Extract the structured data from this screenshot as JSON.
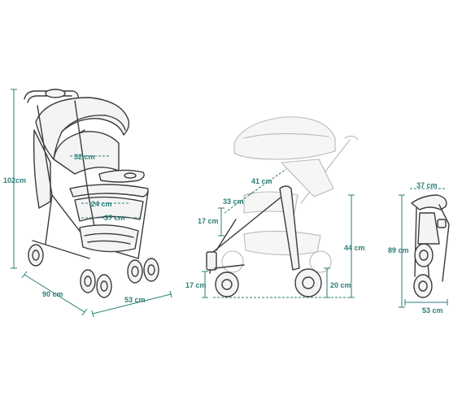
{
  "colors": {
    "dimension": "#2a7f78",
    "ink": "#3b3b3b",
    "ghost": "#b9b9b9"
  },
  "front_view": {
    "height": "102cm",
    "seat_depth": "32 cm",
    "seat_width": "24 cm",
    "basket_width": "37 cm",
    "length": "90 cm",
    "width": "53 cm"
  },
  "side_view": {
    "backrest": "41 cm",
    "seat": "33 cm",
    "footrest": "17 cm",
    "front_wheel": "17 cm",
    "rear_wheel": "20 cm",
    "seat_height": "44 cm"
  },
  "folded_view": {
    "depth": "37 cm",
    "height": "89 cm",
    "width": "53 cm"
  }
}
